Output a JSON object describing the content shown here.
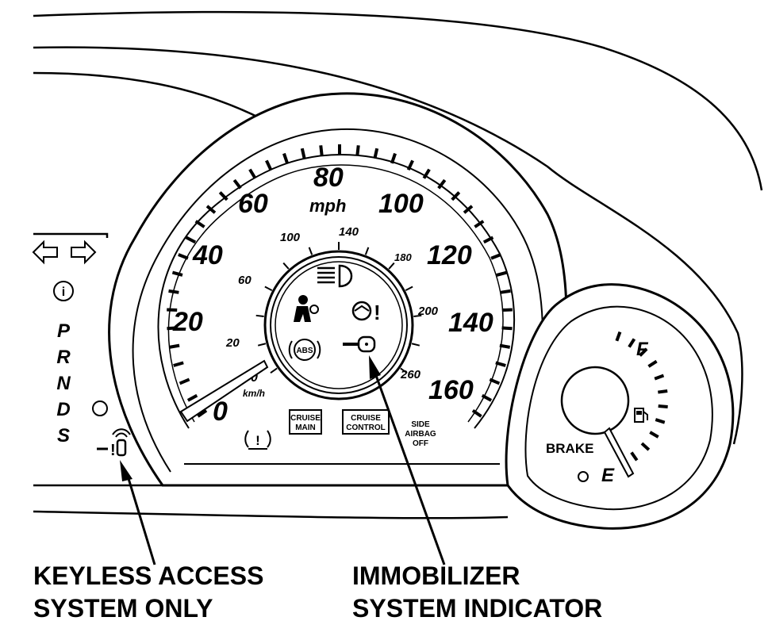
{
  "speedometer": {
    "mph_ticks": [
      "0",
      "20",
      "40",
      "60",
      "80",
      "100",
      "120",
      "140",
      "160"
    ],
    "mph_unit": "mph",
    "kmh_ticks": [
      "20",
      "60",
      "100",
      "140",
      "180",
      "200",
      "260"
    ],
    "kmh_unit": "km/h",
    "kmh_zero_partial": "0"
  },
  "gear_indicator": [
    "P",
    "R",
    "N",
    "D",
    "S"
  ],
  "indicators": {
    "cruise_main": [
      "CRUISE",
      "MAIN"
    ],
    "cruise_control": [
      "CRUISE",
      "CONTROL"
    ],
    "side_airbag_off": [
      "SIDE",
      "AIRBAG",
      "OFF"
    ],
    "abs": "ABS",
    "info": "i",
    "tpms": "(!)"
  },
  "fuel_gauge": {
    "full": "F",
    "empty": "E",
    "brake": "BRAKE"
  },
  "callouts": {
    "keyless": [
      "KEYLESS ACCESS",
      "SYSTEM ONLY"
    ],
    "immobilizer": [
      "IMMOBILIZER",
      "SYSTEM INDICATOR"
    ]
  },
  "icons": [
    "turn-signal-left-icon",
    "turn-signal-right-icon",
    "headlight-high-beam-icon",
    "seatbelt-airbag-icon",
    "steering-warning-icon",
    "abs-icon",
    "immobilizer-key-icon",
    "keyless-access-icon",
    "fuel-pump-icon",
    "info-icon",
    "tpms-icon"
  ]
}
